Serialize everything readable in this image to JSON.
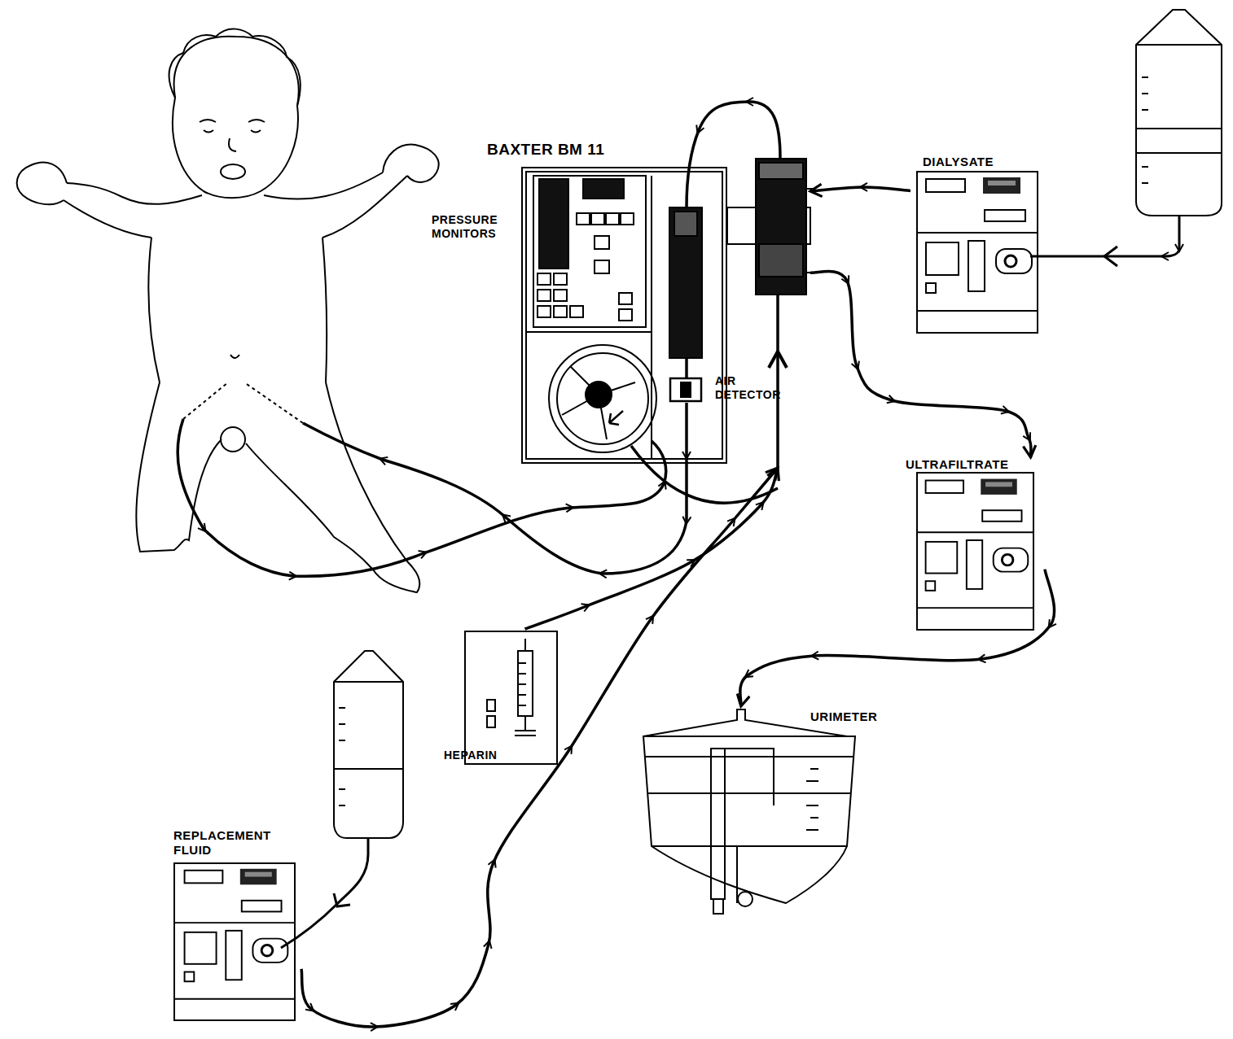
{
  "diagram": {
    "nodes": [
      {
        "text": [
          "BAXTER BM 11"
        ]
      },
      {
        "text": [
          "DIALYSATE"
        ]
      },
      {
        "text": [
          "ULTRAFILTRATE"
        ]
      },
      {
        "text": [
          "URIMETER"
        ]
      },
      {
        "text": [
          "HEPARIN"
        ]
      },
      {
        "text": [
          "REPLACEMENT FLUID"
        ]
      }
    ],
    "edges": [
      {
        "from": 1,
        "to": 0,
        "arrow": "to"
      },
      {
        "from": 0,
        "to": 2,
        "arrow": "to"
      },
      {
        "from": 2,
        "to": 3,
        "arrow": "to"
      },
      {
        "from": 4,
        "to": 0,
        "arrow": "to"
      },
      {
        "from": 5,
        "to": 0,
        "arrow": "to"
      }
    ],
    "labels": [
      "PRESSURE MONITORS",
      "AIR DETECTOR"
    ]
  }
}
